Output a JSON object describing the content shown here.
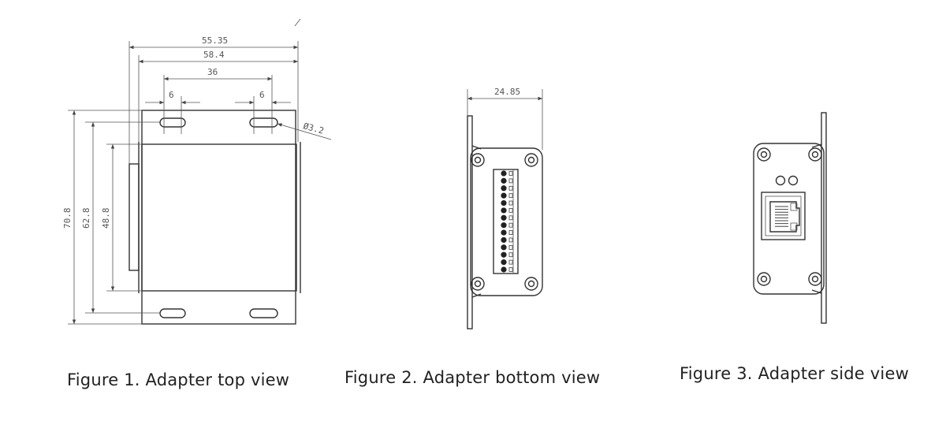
{
  "figure1": {
    "caption": "Figure 1. Adapter top view",
    "dimensions": {
      "width_outer": "55.35",
      "width_body": "58.4",
      "hole_spacing": "36",
      "slot_left": "6",
      "slot_right": "6",
      "hole_diameter": "Ø3.2",
      "height_total": "70.8",
      "height_mid": "62.8",
      "height_inner": "48.8"
    }
  },
  "figure2": {
    "caption": "Figure 2. Adapter bottom view",
    "dimensions": {
      "depth": "24.85"
    },
    "terminal_pin_count": 14
  },
  "figure3": {
    "caption": "Figure 3. Adapter side view",
    "led_count": 2,
    "port": "RJ45"
  }
}
